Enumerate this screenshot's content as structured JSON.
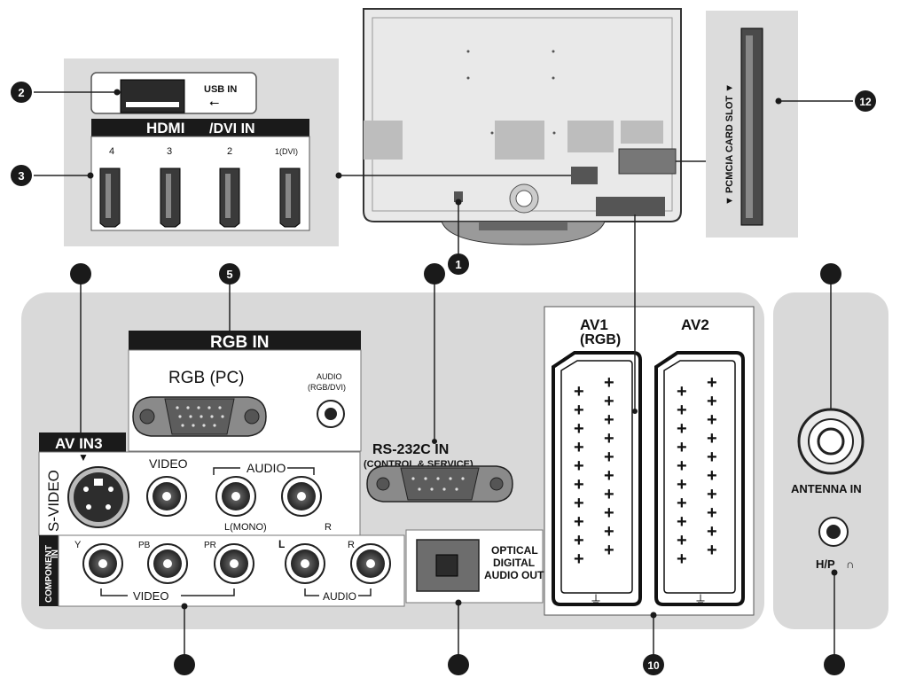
{
  "top": {
    "usb_label": "USB IN",
    "hdmi_logo": "HDMI",
    "hdmi_suffix": "/DVI IN",
    "hdmi_ports": [
      "4",
      "3",
      "2",
      "1(DVI)"
    ],
    "pcmcia_label": "▼ PCMCIA CARD SLOT ▼"
  },
  "panel": {
    "rgb_in_title": "RGB IN",
    "rgb_pc_label": "RGB (PC)",
    "audio_rgb_line1": "AUDIO",
    "audio_rgb_line2": "(RGB/DVI)",
    "av_in3_title": "AV IN3",
    "svideo_label": "S-VIDEO",
    "video_label": "VIDEO",
    "audio_label": "AUDIO",
    "l_mono_label": "L(MONO)",
    "r_label": "R",
    "rs232_line1": "RS-232C IN",
    "rs232_line2": "(CONTROL & SERVICE)",
    "component_line1": "COMPONENT",
    "component_line2": "IN",
    "comp_y": "Y",
    "comp_pb": "PB",
    "comp_pr": "PR",
    "comp_l": "L",
    "comp_r": "R",
    "comp_video": "VIDEO",
    "comp_audio": "AUDIO",
    "optical_line1": "OPTICAL",
    "optical_line2": "DIGITAL",
    "optical_line3": "AUDIO OUT",
    "av1_label": "AV1",
    "av1_sub": "(RGB)",
    "av2_label": "AV2",
    "antenna_label": "ANTENNA IN",
    "hp_label": "H/P"
  },
  "callouts": {
    "n1": "1",
    "n2": "2",
    "n3": "3",
    "n5": "5",
    "n10": "10",
    "n12": "12"
  },
  "colors": {
    "panel_gray": "#d9d9d9",
    "dark": "#1a1a1a"
  }
}
